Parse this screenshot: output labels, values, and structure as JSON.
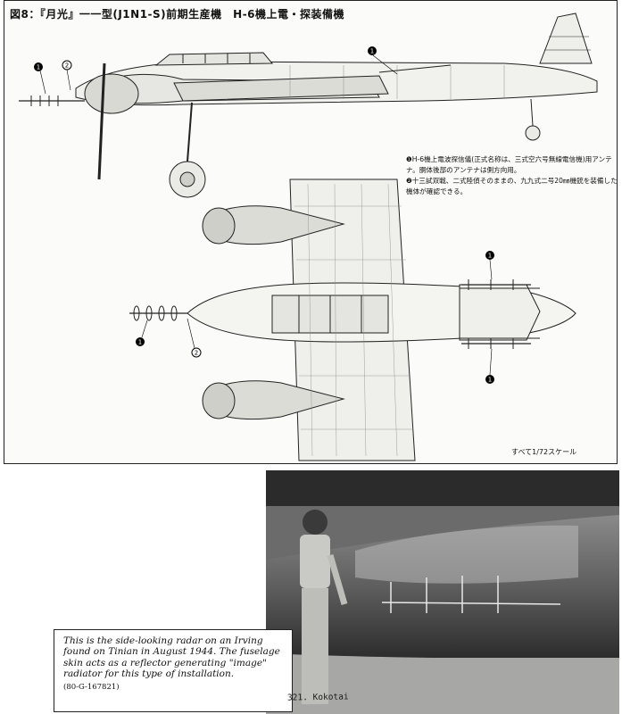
{
  "figure": {
    "title": "図8：『月光』一一型(J1N1-S)前期生産機　H-6機上電・探装備機",
    "notes": [
      "❶H-6機上電波探信儀(正式名称は、三式空六号無線電信機)用アンテナ。胴体後部のアンテナは側方向用。",
      "❷十三試双戦、二式陸偵そのままの、九九式二号20㎜機銃を装備した機体が確認できる。"
    ],
    "scale_note": "すべて1/72スケール",
    "callout_marks": {
      "one": "1",
      "two": "2"
    }
  },
  "photo": {
    "caption": "This is the side-looking radar on an Irving found on Tinian in August 1944. The fuselage skin acts as a reflector generating \"image\" radiator for this type of installation.",
    "reference": "(80-G-167821)",
    "handwritten_note": "321. Kokotai"
  }
}
